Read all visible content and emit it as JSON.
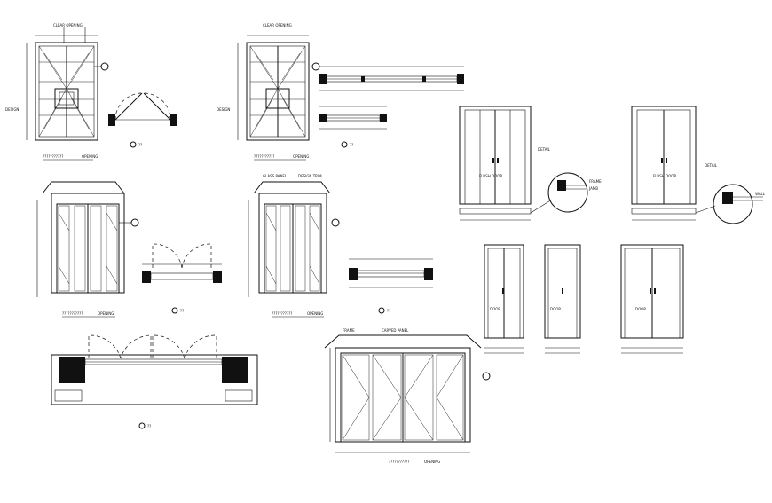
{
  "drawing": {
    "section_marker_label": "??",
    "elevations": {
      "e1": {
        "note_a": "CLEAR OPENING",
        "note_left": "DESIGN",
        "dim_text": "???????????",
        "dim_sub": "OPENING"
      },
      "e2": {
        "note_a": "CLEAR OPENING",
        "note_left": "DESIGN",
        "dim_text": "???????????",
        "dim_sub": "OPENING"
      },
      "e3": {
        "dim_text": "???????????",
        "dim_sub": "OPENING"
      },
      "e4": {
        "note_a": "GLASS PANEL",
        "note_b": "DESIGN TRIM",
        "dim_text": "???????????",
        "dim_sub": "OPENING"
      },
      "e5": {
        "note_a": "FRAME",
        "note_b": "CARVED PANEL",
        "dim_text": "???????????",
        "dim_sub": "OPENING"
      }
    },
    "doors": {
      "d1": {
        "label": "FLUSH DOOR",
        "note": "DETAIL"
      },
      "d2": {
        "label": "FLUSH DOOR",
        "note": "DETAIL"
      },
      "d3": {
        "label": "DOOR"
      },
      "d4": {
        "label": "DOOR"
      },
      "d5": {
        "label": "DOOR"
      }
    },
    "detail_notes": [
      "FRAME",
      "JAMB",
      "WALL"
    ]
  }
}
